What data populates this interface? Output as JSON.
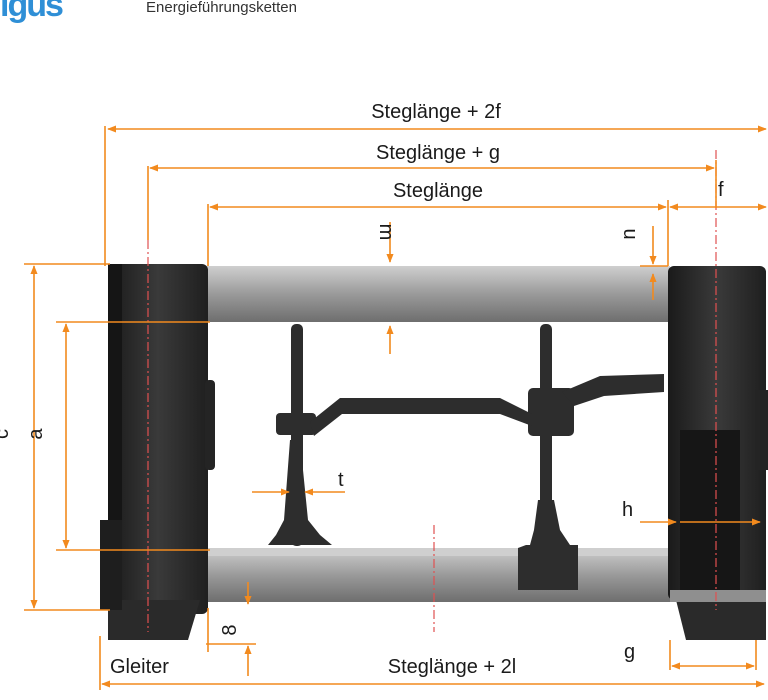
{
  "header": {
    "logo": "igus",
    "subtitle": "Energieführungsketten"
  },
  "colors": {
    "accent": "#f28a1e",
    "part": "#2d2d2d",
    "rod": "#b9b9b9"
  },
  "labels": {
    "steglaenge_2f": "Steglänge + 2f",
    "steglaenge_g": "Steglänge + g",
    "steglaenge": "Steglänge",
    "f": "f",
    "m": "m",
    "u": "u",
    "c": "c",
    "a": "a",
    "t": "t",
    "h": "h",
    "eight": "8",
    "g": "g",
    "gleiter": "Gleiter",
    "steglaenge_2l": "Steglänge + 2l"
  }
}
